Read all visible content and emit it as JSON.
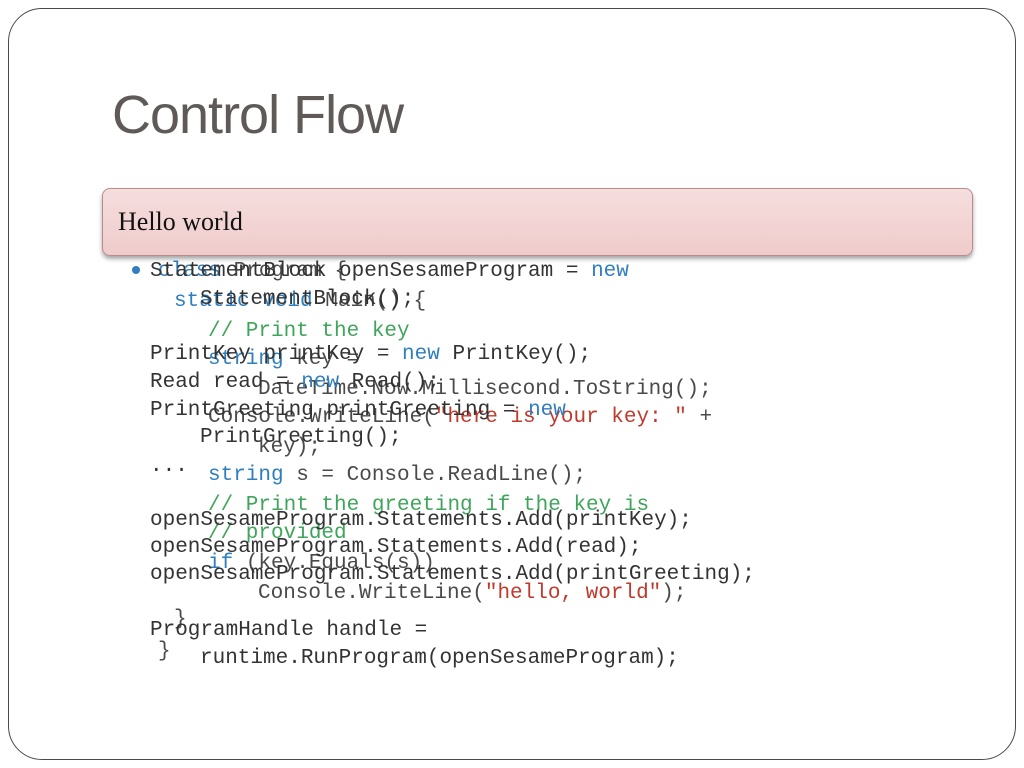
{
  "slide": {
    "title": "Control Flow",
    "banner_label": "Hello world"
  },
  "code_under": [
    {
      "seg": [
        {
          "k": "kw",
          "t": "class "
        },
        {
          "k": "p",
          "t": "Program {"
        }
      ]
    },
    {
      "seg": [
        {
          "k": "kw",
          "t": "static void "
        },
        {
          "k": "p",
          "t": "Main() {"
        }
      ]
    },
    {
      "seg": [
        {
          "k": "cm",
          "t": "// Print the key"
        }
      ]
    },
    {
      "seg": [
        {
          "k": "kw",
          "t": "string "
        },
        {
          "k": "p",
          "t": "key ="
        }
      ]
    },
    {
      "seg": [
        {
          "k": "p",
          "t": "DateTime.Now.Millisecond.ToString();"
        }
      ]
    },
    {
      "seg": [
        {
          "k": "p",
          "t": "Console.WriteLine("
        },
        {
          "k": "st",
          "t": "\"here is your key: \""
        },
        {
          "k": "p",
          "t": " +"
        }
      ]
    },
    {
      "seg": [
        {
          "k": "p",
          "t": "key);"
        }
      ]
    },
    {
      "seg": [
        {
          "k": "kw",
          "t": "string "
        },
        {
          "k": "p",
          "t": "s = Console.ReadLine();"
        }
      ]
    },
    {
      "seg": [
        {
          "k": "cm",
          "t": "// Print the greeting if the key is"
        }
      ]
    },
    {
      "seg": [
        {
          "k": "cm",
          "t": "// provided"
        }
      ]
    },
    {
      "seg": [
        {
          "k": "kw",
          "t": "if "
        },
        {
          "k": "p",
          "t": "(key.Equals(s))"
        }
      ]
    },
    {
      "seg": [
        {
          "k": "p",
          "t": "Console.WriteLine("
        },
        {
          "k": "st",
          "t": "\"hello, world\""
        },
        {
          "k": "p",
          "t": ");"
        }
      ]
    },
    {
      "seg": [
        {
          "k": "p",
          "t": "}"
        }
      ]
    },
    {
      "seg": [
        {
          "k": "p",
          "t": "}"
        }
      ]
    }
  ],
  "code_over": [
    {
      "seg": [
        {
          "k": "p",
          "t": "StatementBlock openSesameProgram = "
        },
        {
          "k": "kw",
          "t": "new"
        }
      ]
    },
    {
      "seg": [
        {
          "k": "p",
          "t": "StatementBlock();"
        }
      ]
    },
    {
      "seg": [
        {
          "k": "p",
          "t": "PrintKey printKey = "
        },
        {
          "k": "kw",
          "t": "new "
        },
        {
          "k": "p",
          "t": "PrintKey();"
        }
      ]
    },
    {
      "seg": [
        {
          "k": "p",
          "t": "Read read = "
        },
        {
          "k": "kw",
          "t": "new "
        },
        {
          "k": "p",
          "t": "Read();"
        }
      ]
    },
    {
      "seg": [
        {
          "k": "p",
          "t": "PrintGreeting printGreeting = "
        },
        {
          "k": "kw",
          "t": "new"
        }
      ]
    },
    {
      "seg": [
        {
          "k": "p",
          "t": "PrintGreeting();"
        }
      ]
    },
    {
      "seg": [
        {
          "k": "p",
          "t": "..."
        }
      ]
    },
    {
      "seg": [
        {
          "k": "p",
          "t": "openSesameProgram.Statements.Add(printKey);"
        }
      ]
    },
    {
      "seg": [
        {
          "k": "p",
          "t": "openSesameProgram.Statements.Add(read);"
        }
      ]
    },
    {
      "seg": [
        {
          "k": "p",
          "t": "openSesameProgram.Statements.Add(printGreeting);"
        }
      ]
    },
    {
      "seg": [
        {
          "k": "p",
          "t": "ProgramHandle handle ="
        }
      ]
    },
    {
      "seg": [
        {
          "k": "p",
          "t": "runtime.RunProgram(openSesameProgram);"
        }
      ]
    }
  ]
}
